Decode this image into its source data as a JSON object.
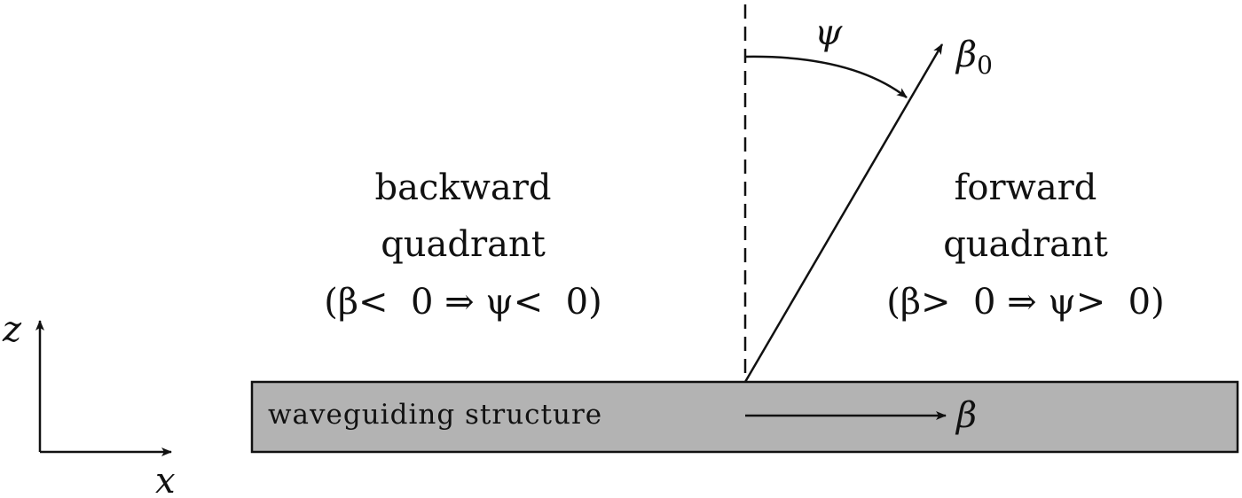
{
  "labels": {
    "psi": "ψ",
    "beta0_symbol": "β",
    "beta0_subscript": "0",
    "beta": "β",
    "z_axis": "z",
    "x_axis": "x",
    "waveguide": "waveguiding structure"
  },
  "backward": {
    "line1": "backward",
    "line2": "quadrant",
    "condition": "(β<  0 ⇒ ψ<  0)"
  },
  "forward": {
    "line1": "forward",
    "line2": "quadrant",
    "condition": "(β>  0 ⇒ ψ>  0)"
  },
  "colors": {
    "waveguide_fill": "#b3b3b3",
    "stroke": "#111111"
  }
}
